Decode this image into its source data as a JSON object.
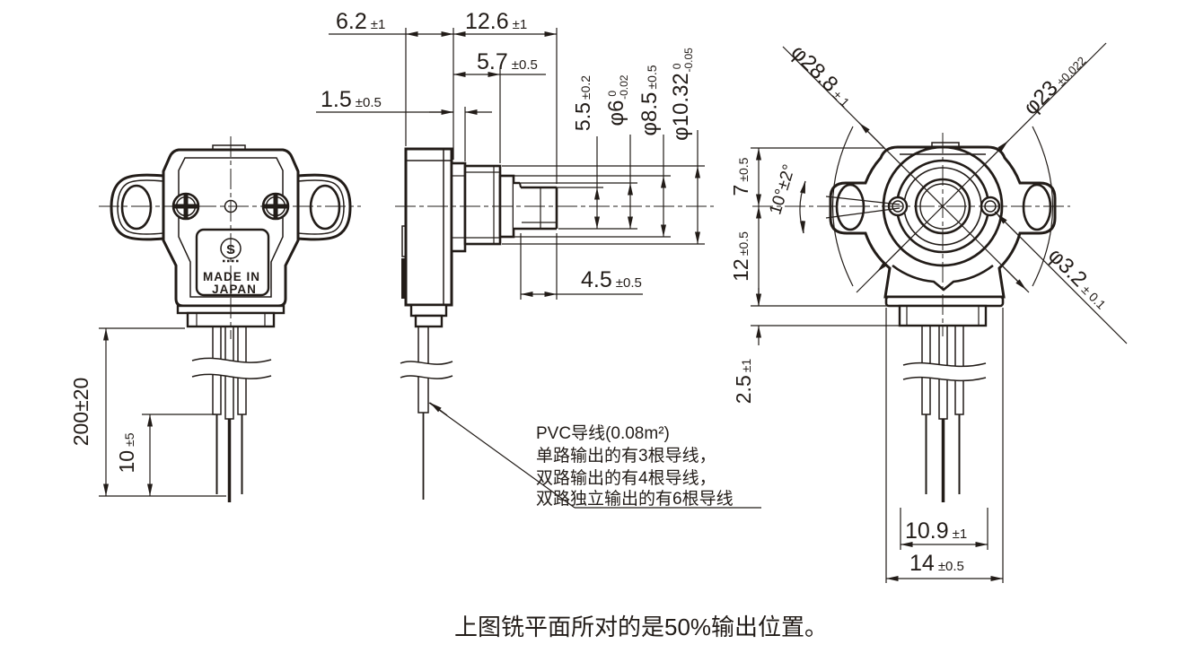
{
  "caption": "上图铣平面所对的是50%输出位置。",
  "note": {
    "line1": "PVC导线(0.08m²)",
    "line2": "单路输出的有3根导线，",
    "line3": "双路输出的有4根导线，",
    "line4": "双路独立输出的有6根导线"
  },
  "plate": {
    "logo": "S",
    "made_in": "MADE IN",
    "japan": "JAPAN"
  },
  "dims": {
    "body_depth": {
      "v": "6.2",
      "t": "±1"
    },
    "total_length": {
      "v": "12.6",
      "t": "±1"
    },
    "bushing_length": {
      "v": "5.7",
      "t": "±0.5"
    },
    "flange_thickness": {
      "v": "1.5",
      "t": "±0.5"
    },
    "flat_width": {
      "v": "5.5",
      "t": "±0.2"
    },
    "shaft_dia": {
      "v": "φ6",
      "tt": "0",
      "tb": "-0.02"
    },
    "shaft_base_dia": {
      "v": "φ8.5",
      "t": "±0.5"
    },
    "bushing_dia": {
      "v": "φ10.32",
      "tt": "0",
      "tb": "-0.05"
    },
    "flat_length": {
      "v": "4.5",
      "t": "±0.5"
    },
    "lead_length": {
      "v": "200±20"
    },
    "strip_length": {
      "v": "10",
      "t": "±5"
    },
    "mount_ear_dia": {
      "v": "φ28.8",
      "t": "± 1"
    },
    "boss_dia": {
      "v": "φ23",
      "t": "±0.022"
    },
    "rotation_angle": {
      "v": "10°±2°"
    },
    "mount_hole_dia": {
      "v": "φ3.2",
      "t": "± 0.1"
    },
    "top_to_center": {
      "v": "7",
      "t": "±0.5"
    },
    "center_to_base": {
      "v": "12",
      "t": "±0.5"
    },
    "base_lip": {
      "v": "2.5",
      "t": "±1"
    },
    "lead_pitch": {
      "v": "10.9",
      "t": "±1"
    },
    "base_width": {
      "v": "14",
      "t": "±0.5"
    }
  }
}
